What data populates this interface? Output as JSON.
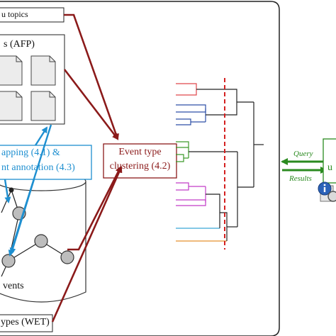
{
  "labels": {
    "topics": "u topics",
    "afp": "s (AFP)",
    "mapping_line1": "apping (4.1) &",
    "mapping_line2": "nt annotation (4.3)",
    "clustering_line1": "Event type",
    "clustering_line2": "clustering (4.2)",
    "events": "vents",
    "wet": "ypes (WET)",
    "query": "Query",
    "results": "Results",
    "user": "u"
  },
  "colors": {
    "arrow_dark_red": "#8b1a1a",
    "mapping_blue": "#1e8fd0",
    "query_green": "#2a8a1f",
    "dendro_red": "#e0474c",
    "dendro_blue": "#2d4fa8",
    "dendro_green": "#3c9a2a",
    "dendro_magenta": "#c23cc8",
    "dendro_cyan": "#3aa8d8",
    "dendro_orange": "#e5902f",
    "cutoff_line": "#d42020"
  }
}
